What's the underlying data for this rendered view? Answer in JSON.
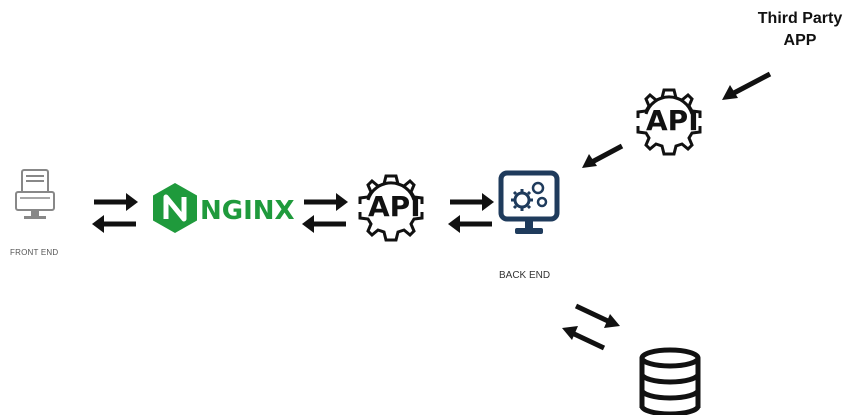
{
  "labels": {
    "frontend": "FRONT END",
    "backend": "BACK END",
    "third_party_line1": "Third Party",
    "third_party_line2": "APP",
    "nginx": "NGINX",
    "api_main": "API",
    "api_third": "API"
  },
  "colors": {
    "nginx_green": "#1f9a3c",
    "arrow": "#111111",
    "backend_blue": "#1f3b5c"
  },
  "icons": {
    "frontend": "desktop-computer-icon",
    "nginx": "nginx-logo-icon",
    "api": "gear-api-icon",
    "backend": "monitor-gears-icon",
    "database": "database-icon"
  }
}
